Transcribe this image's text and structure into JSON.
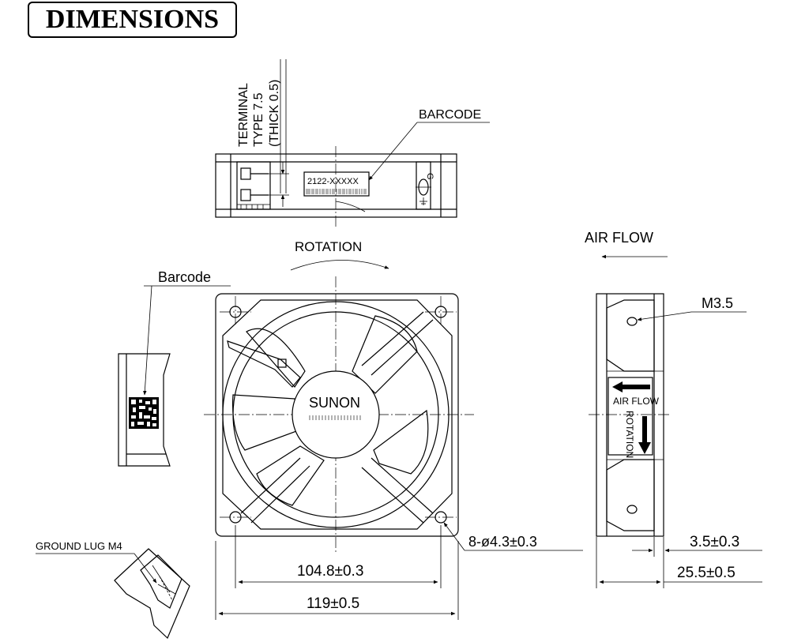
{
  "title": "DIMENSIONS",
  "labels": {
    "terminal_line1": "TERMINAL",
    "terminal_line2": "TYPE 7.5",
    "terminal_line3": "(THICK 0.5)",
    "barcode_top": "BARCODE",
    "barcode_text": "2122-XXXXX",
    "ground_mark": "G",
    "rotation": "ROTATION",
    "air_flow": "AIR FLOW",
    "barcode_left": "Barcode",
    "brand": "SUNON",
    "screw": "M3.5",
    "side_air_flow": "AIR FLOW",
    "side_rotation": "ROTATION",
    "ground_lug": "GROUND LUG M4",
    "holes": "8-ø4.3±0.3",
    "dim_inner": "104.8±0.3",
    "dim_outer": "119±0.5",
    "dim_flange": "3.5±0.3",
    "dim_depth": "25.5±0.5"
  }
}
